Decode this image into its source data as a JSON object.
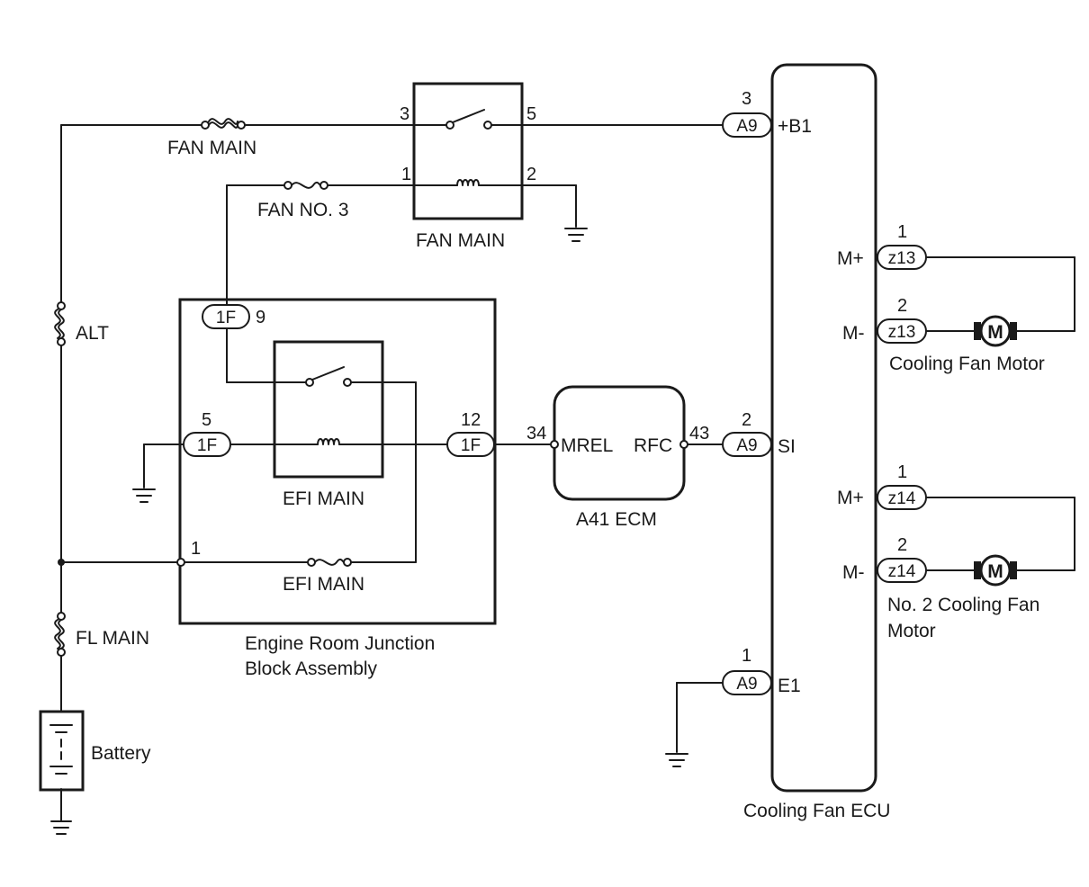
{
  "labels": {
    "fan_main_fuse": "FAN MAIN",
    "fan_no3_fuse": "FAN NO. 3",
    "fan_main_relay": "FAN MAIN",
    "alt_fuse": "ALT",
    "efi_main_relay": "EFI MAIN",
    "efi_main_fuse": "EFI MAIN",
    "fl_main_fuse": "FL MAIN",
    "battery": "Battery",
    "junction_block_line1": "Engine Room Junction",
    "junction_block_line2": "Block Assembly",
    "ecm_title": "A41 ECM",
    "ecm_mrel": "MREL",
    "ecm_rfc": "RFC",
    "ecu_title": "Cooling Fan ECU",
    "motor1": "Cooling Fan Motor",
    "motor2_line1": "No. 2 Cooling Fan",
    "motor2_line2": "Motor",
    "motor_symbol": "M"
  },
  "ecu_terminals": {
    "b1": "+B1",
    "si": "SI",
    "e1": "E1",
    "m_plus_1": "M+",
    "m_minus_1": "M-",
    "m_plus_2": "M+",
    "m_minus_2": "M-"
  },
  "connectors": {
    "a9_b1": {
      "label": "A9",
      "pin": "3"
    },
    "a9_si": {
      "label": "A9",
      "pin": "2"
    },
    "a9_e1": {
      "label": "A9",
      "pin": "1"
    },
    "z13_plus": {
      "label": "z13",
      "pin": "1"
    },
    "z13_minus": {
      "label": "z13",
      "pin": "2"
    },
    "z14_plus": {
      "label": "z14",
      "pin": "1"
    },
    "z14_minus": {
      "label": "z14",
      "pin": "2"
    },
    "jb_1f_9": {
      "label": "1F",
      "pin": "9"
    },
    "jb_1f_5": {
      "label": "1F",
      "pin": "5"
    },
    "jb_1f_12": {
      "label": "1F",
      "pin": "12"
    }
  },
  "pins": {
    "fan_relay_3": "3",
    "fan_relay_5": "5",
    "fan_relay_1": "1",
    "fan_relay_2": "2",
    "jb_1": "1",
    "ecm_34": "34",
    "ecm_43": "43"
  }
}
